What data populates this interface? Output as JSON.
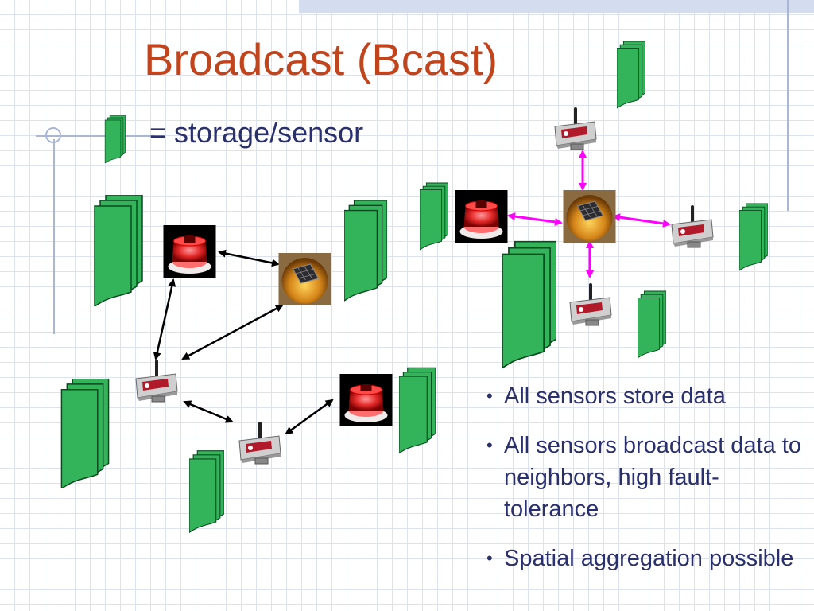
{
  "slide": {
    "title": "Broadcast (Bcast)",
    "legend_text": "= storage/sensor",
    "bullets": [
      "All sensors store data",
      "All sensors broadcast data to neighbors, high fault-tolerance",
      "Spatial aggregation possible"
    ]
  },
  "colors": {
    "title": "#c0441c",
    "body_text": "#2a2f6e",
    "storage_fill": "#33b35a",
    "storage_stroke": "#0b4a1f",
    "link_black": "#000000",
    "link_magenta": "#ff00ff"
  },
  "icons": [
    "storage-stack-icon",
    "sensor-mote-icon",
    "red-light-node-icon",
    "solar-light-node-icon"
  ]
}
